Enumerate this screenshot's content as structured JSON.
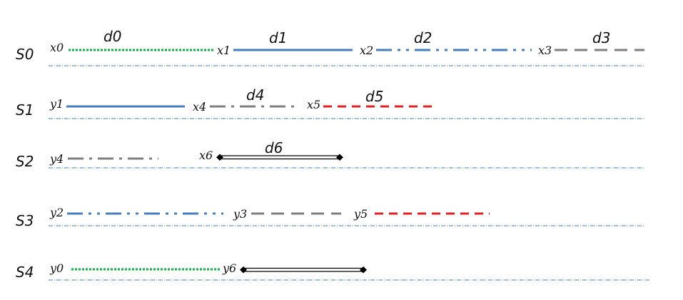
{
  "rows": [
    {
      "label": "S0"
    },
    {
      "label": "S1"
    },
    {
      "label": "S2"
    },
    {
      "label": "S3"
    },
    {
      "label": "S4"
    }
  ],
  "points": {
    "x0": "x0",
    "x1": "x1",
    "x2": "x2",
    "x3": "x3",
    "x4": "x4",
    "x5": "x5",
    "x6": "x6",
    "y0": "y0",
    "y1": "y1",
    "y2": "y2",
    "y3": "y3",
    "y4": "y4",
    "y5": "y5",
    "y6": "y6"
  },
  "segments": {
    "d0": "d0",
    "d1": "d1",
    "d2": "d2",
    "d3": "d3",
    "d4": "d4",
    "d5": "d5",
    "d6": "d6"
  },
  "colors": {
    "green": "#1aab4b",
    "blue": "#4a7ebb",
    "gray": "#7f7f7f",
    "red": "#e02020",
    "black": "#000000",
    "separator": "#4a7ebb"
  }
}
